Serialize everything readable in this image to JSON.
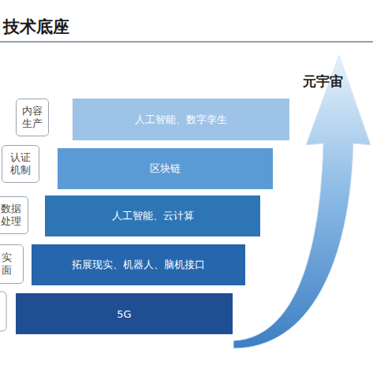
{
  "diagram": {
    "title": "技术底座",
    "nodes": [
      {
        "text": [
          "内容生产"
        ]
      },
      {
        "text": [
          "人工智能、数字孪生"
        ]
      },
      {
        "text": [
          "认证机制"
        ]
      },
      {
        "text": [
          "区块链"
        ]
      },
      {
        "text": [
          "数据处理"
        ]
      },
      {
        "text": [
          "人工智能、云计算"
        ]
      },
      {
        "text": [
          "实面"
        ]
      },
      {
        "text": [
          "拓展现实、机器人、脑机接口"
        ]
      },
      {
        "text": [
          "5G"
        ]
      }
    ],
    "labels": [
      "元宇宙"
    ]
  }
}
